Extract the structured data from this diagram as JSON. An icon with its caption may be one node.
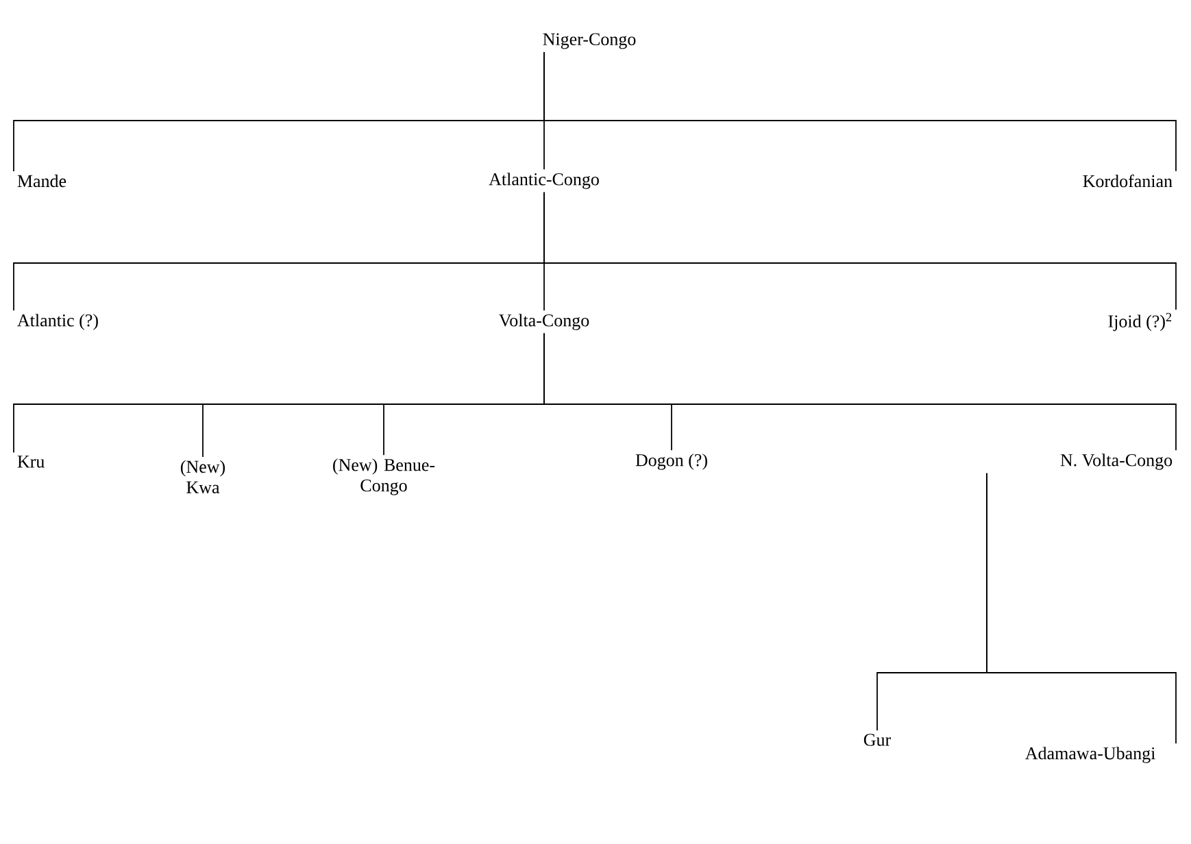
{
  "diagram": {
    "nodes": [
      {
        "text": [
          "Niger-Congo"
        ]
      },
      {
        "text": [
          "Mande"
        ]
      },
      {
        "text": [
          "Atlantic-Congo"
        ]
      },
      {
        "text": [
          "Kordofanian"
        ]
      },
      {
        "text": [
          "Atlantic (?)"
        ]
      },
      {
        "text": [
          "Volta-Congo"
        ]
      },
      {
        "text": [
          "Ijoid (?)$^{2}$"
        ]
      },
      {
        "text": [
          "Kru"
        ]
      },
      {
        "text": [
          "(New) Kwa"
        ]
      },
      {
        "text": [
          "(New) Benue-Congo"
        ]
      },
      {
        "text": [
          "Dogon (?)"
        ]
      },
      {
        "text": [
          "N. Volta-Congo"
        ]
      },
      {
        "text": [
          "Gur"
        ]
      },
      {
        "text": [
          "Adamawa-Ubangi"
        ]
      }
    ],
    "edges": [
      {
        "from": 0,
        "to": 1,
        "arrow": "none"
      },
      {
        "from": 0,
        "to": 2,
        "arrow": "none"
      },
      {
        "from": 0,
        "to": 3,
        "arrow": "none"
      },
      {
        "from": 2,
        "to": 4,
        "arrow": "none"
      },
      {
        "from": 2,
        "to": 5,
        "arrow": "none"
      },
      {
        "from": 2,
        "to": 6,
        "arrow": "none"
      },
      {
        "from": 5,
        "to": 7,
        "arrow": "none"
      },
      {
        "from": 5,
        "to": 8,
        "arrow": "none"
      },
      {
        "from": 5,
        "to": 9,
        "arrow": "none"
      },
      {
        "from": 5,
        "to": 10,
        "arrow": "none"
      },
      {
        "from": 5,
        "to": 11,
        "arrow": "none"
      },
      {
        "from": 11,
        "to": 12,
        "arrow": "none"
      },
      {
        "from": 11,
        "to": 13,
        "arrow": "none"
      }
    ]
  }
}
